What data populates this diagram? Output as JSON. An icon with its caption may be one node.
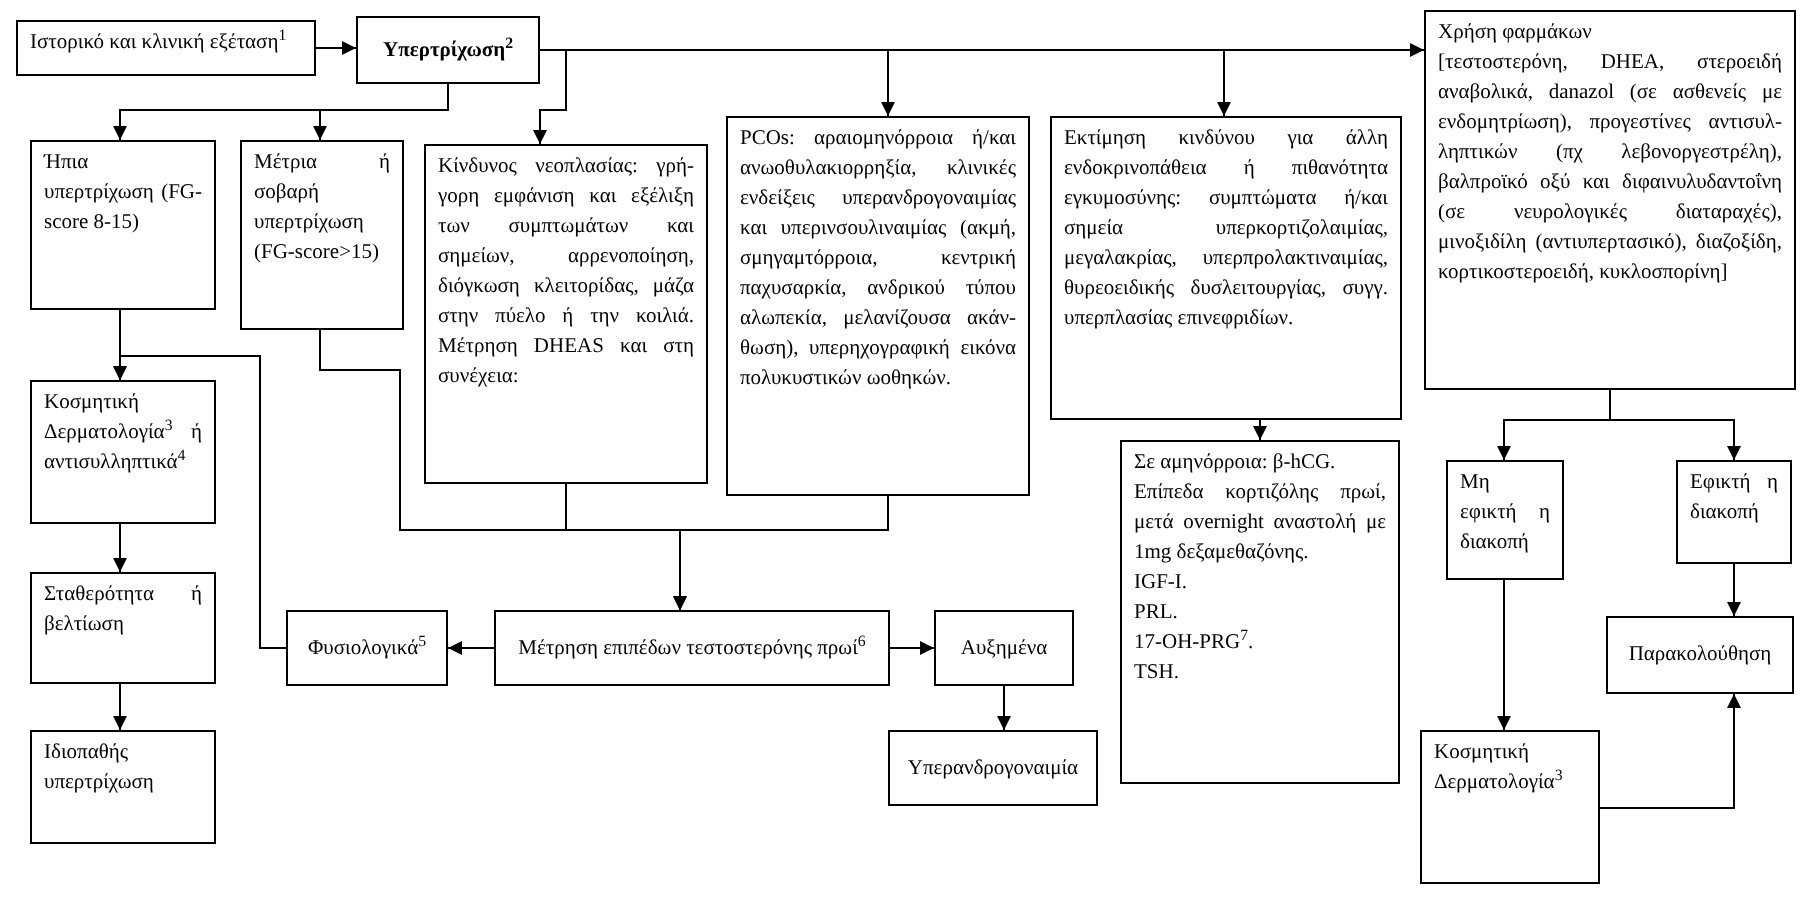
{
  "diagram": {
    "nodes": [
      {
        "text": [
          "Ιστορικό και κλινική εξέταση$^{1}$"
        ]
      },
      {
        "text": [
          "Υπερτρίχωση$^{2}$"
        ]
      },
      {
        "text": [
          "Ήπια υπερτρίχωση (FG-score 8-15)"
        ]
      },
      {
        "text": [
          "Μέτρια ή σοβαρή υπερτρίχωση (FG-score>15)"
        ]
      },
      {
        "text": [
          "Κίνδυνος νεοπλασίας: γρή-γορη εμφάνιση και εξέλιξη των συμπτωμάτων και σημείων, αρρενοποίηση, διόγκωση κλειτορίδας, μάζα στην πύελο ή την κοιλιά. Μέτρηση DHEAS και στη συνέχεια:"
        ]
      },
      {
        "text": [
          "PCOs: αραιομηνόρροια ή/και ανωοθυλακιορρηξία, κλινικές ενδείξεις υπερανδρογοναιμίας και υπερινσουλιναιμίας (ακμή, σμηγαμτόρροια, κεντρική παχυσαρκία, ανδρικού τύπου αλωπεκία, μελανίζουσα ακάν-θωση), υπερηχογραφική εικόνα πολυκυστικών ωοθηκών."
        ]
      },
      {
        "text": [
          "Εκτίμηση κινδύνου για άλλη ενδοκρινοπάθεια ή πιθανότητα εγκυμοσύνης: συμπτώματα ή/και σημεία υπερκορτιζολαιμίας, μεγαλακρίας, υπερπρολακτιναιμίας, θυρεοειδικής δυσλειτουργίας, συγγ. υπερπλασίας επινεφριδίων."
        ]
      },
      {
        "text": [
          "Χρήση φαρμάκων",
          "[τεστοστερόνη, DHEA, στεροειδή αναβολικά, danazol (σε ασθενείς με ενδομητρίωση), προγεστίνες αντισυλ-ληπτικών (πχ λεβονοργεστρέλη), βαλπροϊκό οξύ και διφαινυλυδαντοΐνη (σε νευρολογικές διαταραχές), μινοξιδίλη (αντιυπερτασικό), διαζοξίδη, κορτικοστεροειδή, κυκλοσπορίνη]"
        ]
      },
      {
        "text": [
          "Κοσμητική Δερματολογία$^{3}$ ή αντισυλληπτικά$^{4}$"
        ]
      },
      {
        "text": [
          "Σταθερότητα ή βελτίωση"
        ]
      },
      {
        "text": [
          "Ιδιοπαθής υπερτρίχωση"
        ]
      },
      {
        "text": [
          "Φυσιολογικά$^{5}$"
        ]
      },
      {
        "text": [
          "Μέτρηση επιπέδων τεστοστερόνης πρωί$^{6}$"
        ]
      },
      {
        "text": [
          "Αυξημένα"
        ]
      },
      {
        "text": [
          "Υπερανδρογοναιμία"
        ]
      },
      {
        "text": [
          "Σε αμηνόρροια: β-hCG.",
          "Επίπεδα κορτιζόλης πρωί, μετά overnight αναστολή με 1mg δεξαμεθαζόνης.",
          "IGF-I.",
          "PRL.",
          "17-OH-PRG$^{7}$.",
          "TSH."
        ]
      },
      {
        "text": [
          "Μη εφικτή η διακοπή"
        ]
      },
      {
        "text": [
          "Εφικτή η διακοπή"
        ]
      },
      {
        "text": [
          "Παρακολούθηση"
        ]
      },
      {
        "text": [
          "Κοσμητική Δερματολογία$^{3}$"
        ]
      }
    ],
    "edges": [
      {
        "from": 0,
        "to": 1,
        "arrow": "to"
      },
      {
        "from": 1,
        "to": 2,
        "arrow": "to"
      },
      {
        "from": 1,
        "to": 3,
        "arrow": "to"
      },
      {
        "from": 1,
        "to": 4,
        "arrow": "to"
      },
      {
        "from": 1,
        "to": 5,
        "arrow": "to"
      },
      {
        "from": 1,
        "to": 6,
        "arrow": "to"
      },
      {
        "from": 1,
        "to": 7,
        "arrow": "to"
      },
      {
        "from": 2,
        "to": 8,
        "arrow": "to"
      },
      {
        "from": 11,
        "to": 8,
        "arrow": "to"
      },
      {
        "from": 8,
        "to": 9,
        "arrow": "to"
      },
      {
        "from": 9,
        "to": 10,
        "arrow": "to"
      },
      {
        "from": 3,
        "to": 12,
        "arrow": "to"
      },
      {
        "from": 4,
        "to": 12,
        "arrow": "to"
      },
      {
        "from": 5,
        "to": 12,
        "arrow": "to"
      },
      {
        "from": 12,
        "to": 11,
        "arrow": "to"
      },
      {
        "from": 12,
        "to": 13,
        "arrow": "to"
      },
      {
        "from": 13,
        "to": 14,
        "arrow": "to"
      },
      {
        "from": 6,
        "to": 15,
        "arrow": "to"
      },
      {
        "from": 7,
        "to": 16,
        "arrow": "to"
      },
      {
        "from": 7,
        "to": 17,
        "arrow": "to"
      },
      {
        "from": 16,
        "to": 19,
        "arrow": "to"
      },
      {
        "from": 17,
        "to": 18,
        "arrow": "to"
      },
      {
        "from": 19,
        "to": 18,
        "arrow": "to"
      }
    ]
  }
}
